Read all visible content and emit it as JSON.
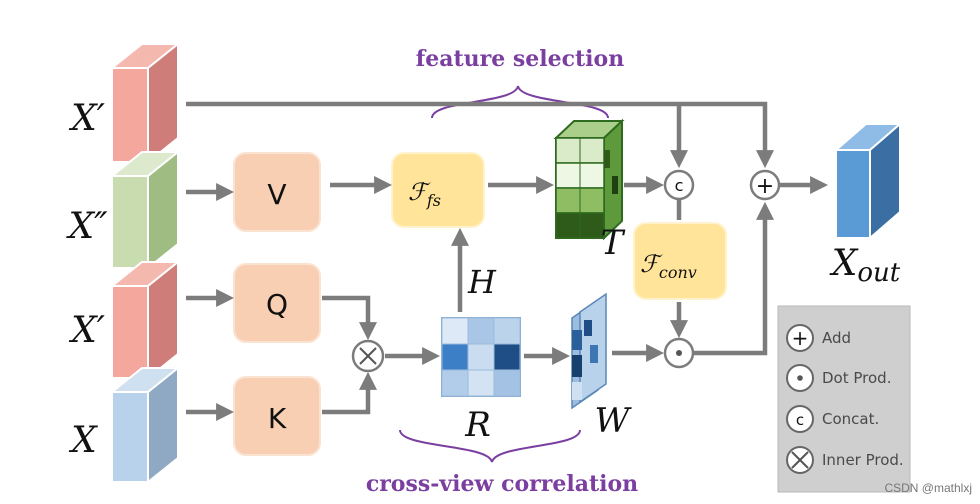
{
  "annotations": {
    "feature_selection": "feature selection",
    "cross_view_correlation": "cross-view correlation"
  },
  "inputs": {
    "x_prime_top": "X′",
    "x_double_prime": "X″",
    "x_prime_mid": "X′",
    "x": "X"
  },
  "boxes": {
    "v": "V",
    "q": "Q",
    "k": "K"
  },
  "functions": {
    "f_fs_base": "ℱ",
    "f_fs_sub": "fs",
    "f_conv_base": "ℱ",
    "f_conv_sub": "conv"
  },
  "tensors": {
    "t": "T",
    "h": "H",
    "r": "R",
    "w": "W",
    "x_out_base": "X",
    "x_out_sub": "out"
  },
  "operators": {
    "concat_symbol": "c",
    "add_symbol": "+",
    "dot_symbol": "·",
    "inner_symbol": "×"
  },
  "legend": {
    "add_label": "Add",
    "dot_label": "Dot Prod.",
    "concat_label": "Concat.",
    "inner_label": "Inner Prod."
  },
  "watermark": "CSDN @mathlxj",
  "colors": {
    "red_face": "#f4a79c",
    "red_side": "#cf7d78",
    "green_face": "#c8dcb0",
    "green_side": "#9fbd82",
    "blue_face": "#b7d2ea",
    "blue_side": "#8fa9c4",
    "qkv_box": "#f8cfb2",
    "fn_box": "#ffe49a",
    "purple": "#7a3fa0",
    "arrow": "#7c7c7c",
    "legend_bg": "#cfcfcf",
    "out_face": "#5b9bd5",
    "out_side": "#3b6fa3"
  }
}
